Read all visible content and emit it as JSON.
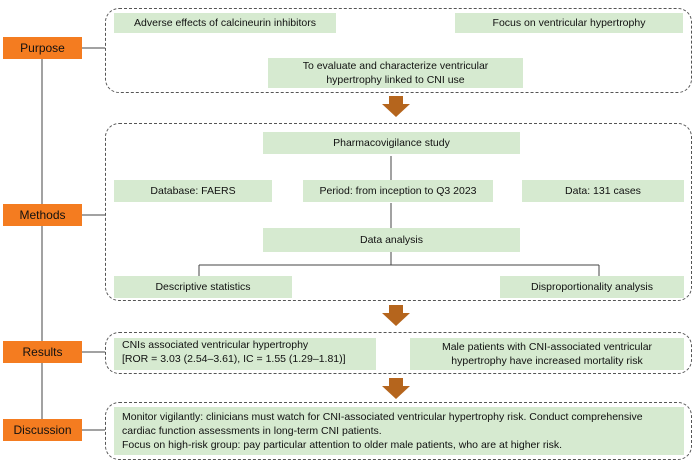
{
  "stages": {
    "purpose": "Purpose",
    "methods": "Methods",
    "results": "Results",
    "discussion": "Discussion"
  },
  "purpose": {
    "box1": "Adverse effects of calcineurin inhibitors",
    "box2": "Focus on ventricular hypertrophy",
    "box3_line1": "To evaluate and characterize ventricular",
    "box3_line2": "hypertrophy linked to CNI use"
  },
  "methods": {
    "study": "Pharmacovigilance study",
    "database": "Database: FAERS",
    "period": "Period: from inception to Q3 2023",
    "data": "Data: 131 cases",
    "analysis": "Data analysis",
    "descriptive": "Descriptive statistics",
    "disproportionality": "Disproportionality analysis"
  },
  "results": {
    "left_line1": "CNIs associated ventricular hypertrophy",
    "left_line2": "[ROR = 3.03 (2.54–3.61), IC = 1.55 (1.29–1.81)]",
    "right_line1": "Male patients with CNI-associated ventricular",
    "right_line2": "hypertrophy have increased mortality risk"
  },
  "discussion": {
    "line1": "Monitor vigilantly: clinicians must watch for CNI-associated ventricular hypertrophy risk. Conduct comprehensive",
    "line2": "cardiac function assessments in long-term CNI patients.",
    "line3": "Focus on high-risk group: pay particular attention to older male patients, who are at higher risk."
  },
  "colors": {
    "stage_fill": "#f47c20",
    "box_fill": "#d6ead0",
    "arrow_fill": "#b5651d"
  }
}
